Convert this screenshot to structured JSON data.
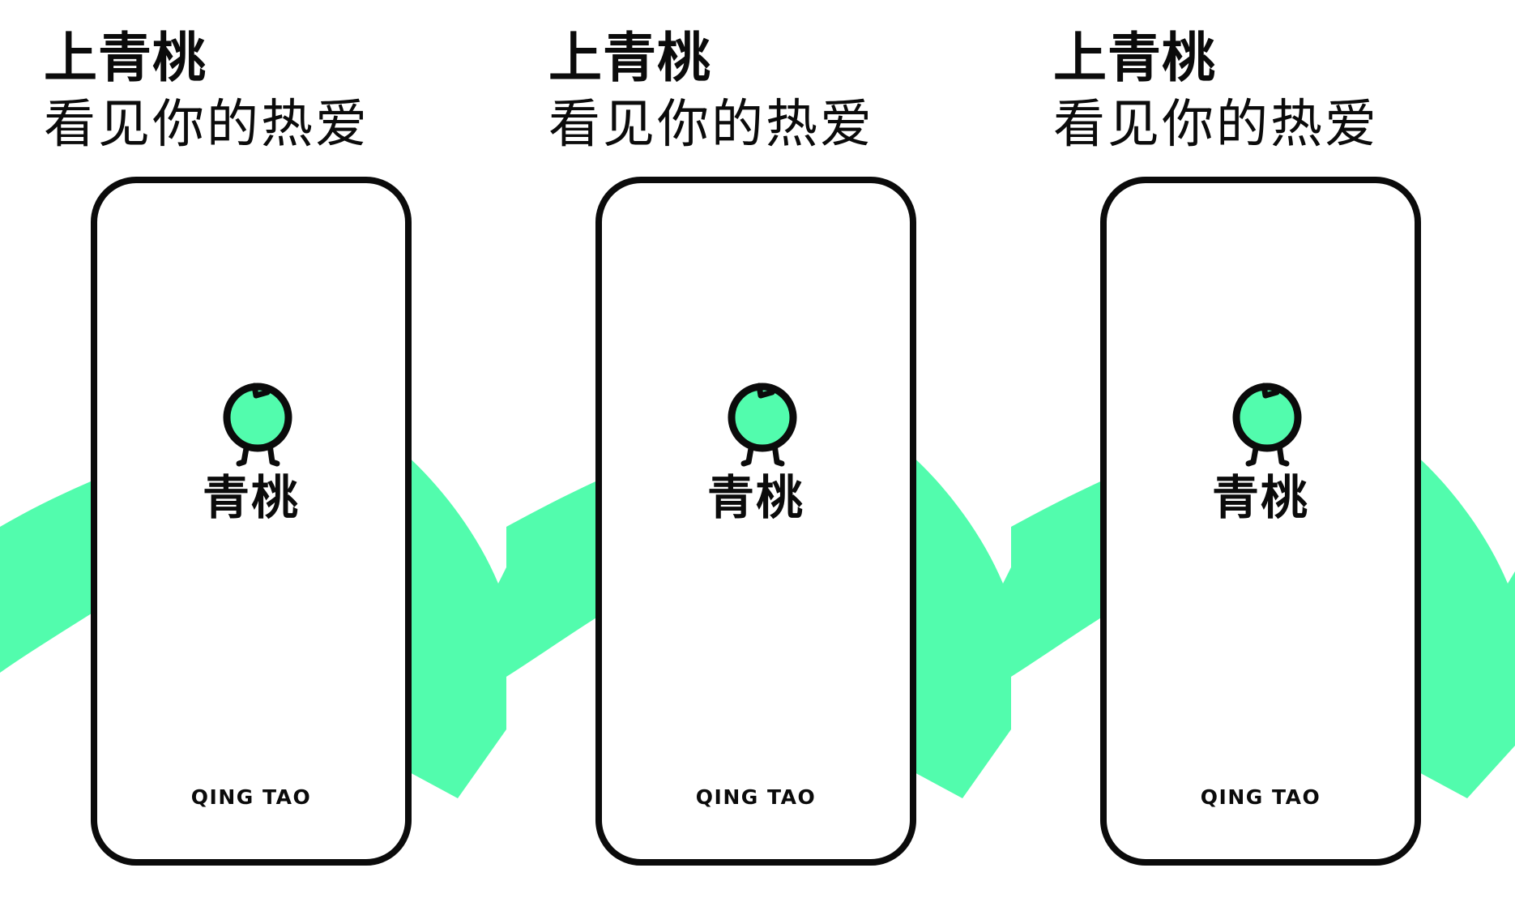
{
  "colors": {
    "accent_green": "#52fcad",
    "ink": "#0b0b0b",
    "background": "#ffffff"
  },
  "panels": [
    {
      "headline": "上青桃",
      "subline": "看见你的热爱",
      "brand_name": "青桃",
      "brand_latin": "QING TAO",
      "logo_icon": "peach-mascot-icon"
    },
    {
      "headline": "上青桃",
      "subline": "看见你的热爱",
      "brand_name": "青桃",
      "brand_latin": "QING TAO",
      "logo_icon": "peach-mascot-icon"
    },
    {
      "headline": "上青桃",
      "subline": "看见你的热爱",
      "brand_name": "青桃",
      "brand_latin": "QING TAO",
      "logo_icon": "peach-mascot-icon"
    }
  ]
}
